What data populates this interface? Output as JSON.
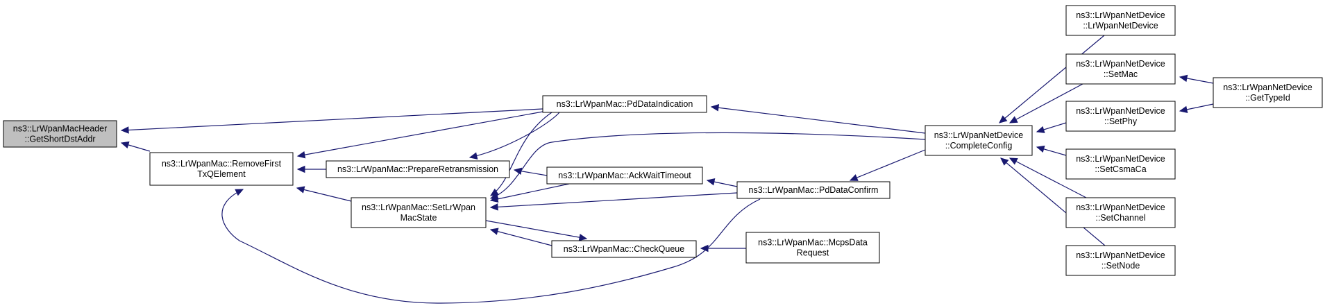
{
  "colors": {
    "edge": "#191970",
    "focus_fill": "#bfbfbf",
    "node_fill": "#ffffff",
    "border": "#000000"
  },
  "nodes": [
    {
      "id": "get_short_dst_addr",
      "focus": true,
      "lines": [
        "ns3::LrWpanMacHeader",
        "::GetShortDstAddr"
      ]
    },
    {
      "id": "remove_first_tx_q_element",
      "lines": [
        "ns3::LrWpanMac::RemoveFirst",
        "TxQElement"
      ]
    },
    {
      "id": "pd_data_indication",
      "lines": [
        "ns3::LrWpanMac::PdDataIndication"
      ]
    },
    {
      "id": "prepare_retransmission",
      "lines": [
        "ns3::LrWpanMac::PrepareRetransmission"
      ]
    },
    {
      "id": "set_lr_wpan_mac_state",
      "lines": [
        "ns3::LrWpanMac::SetLrWpan",
        "MacState"
      ]
    },
    {
      "id": "ack_wait_timeout",
      "lines": [
        "ns3::LrWpanMac::AckWaitTimeout"
      ]
    },
    {
      "id": "check_queue",
      "lines": [
        "ns3::LrWpanMac::CheckQueue"
      ]
    },
    {
      "id": "pd_data_confirm",
      "lines": [
        "ns3::LrWpanMac::PdDataConfirm"
      ]
    },
    {
      "id": "mcps_data_request",
      "lines": [
        "ns3::LrWpanMac::McpsData",
        "Request"
      ]
    },
    {
      "id": "complete_config",
      "lines": [
        "ns3::LrWpanNetDevice",
        "::CompleteConfig"
      ]
    },
    {
      "id": "ctor",
      "lines": [
        "ns3::LrWpanNetDevice",
        "::LrWpanNetDevice"
      ]
    },
    {
      "id": "set_mac",
      "lines": [
        "ns3::LrWpanNetDevice",
        "::SetMac"
      ]
    },
    {
      "id": "set_phy",
      "lines": [
        "ns3::LrWpanNetDevice",
        "::SetPhy"
      ]
    },
    {
      "id": "set_csma_ca",
      "lines": [
        "ns3::LrWpanNetDevice",
        "::SetCsmaCa"
      ]
    },
    {
      "id": "set_channel",
      "lines": [
        "ns3::LrWpanNetDevice",
        "::SetChannel"
      ]
    },
    {
      "id": "set_node",
      "lines": [
        "ns3::LrWpanNetDevice",
        "::SetNode"
      ]
    },
    {
      "id": "get_type_id",
      "lines": [
        "ns3::LrWpanNetDevice",
        "::GetTypeId"
      ]
    }
  ],
  "edges": [
    {
      "from": "remove_first_tx_q_element",
      "to": "get_short_dst_addr"
    },
    {
      "from": "pd_data_indication",
      "to": "get_short_dst_addr"
    },
    {
      "from": "pd_data_indication",
      "to": "remove_first_tx_q_element"
    },
    {
      "from": "prepare_retransmission",
      "to": "remove_first_tx_q_element"
    },
    {
      "from": "set_lr_wpan_mac_state",
      "to": "remove_first_tx_q_element"
    },
    {
      "from": "pd_data_confirm",
      "to": "remove_first_tx_q_element"
    },
    {
      "from": "pd_data_indication",
      "to": "prepare_retransmission"
    },
    {
      "from": "ack_wait_timeout",
      "to": "prepare_retransmission"
    },
    {
      "from": "pd_data_indication",
      "to": "set_lr_wpan_mac_state"
    },
    {
      "from": "complete_config",
      "to": "set_lr_wpan_mac_state"
    },
    {
      "from": "ack_wait_timeout",
      "to": "set_lr_wpan_mac_state"
    },
    {
      "from": "pd_data_confirm",
      "to": "set_lr_wpan_mac_state"
    },
    {
      "from": "check_queue",
      "to": "set_lr_wpan_mac_state"
    },
    {
      "from": "set_lr_wpan_mac_state",
      "to": "check_queue"
    },
    {
      "from": "complete_config",
      "to": "pd_data_indication"
    },
    {
      "from": "pd_data_confirm",
      "to": "ack_wait_timeout"
    },
    {
      "from": "mcps_data_request",
      "to": "check_queue"
    },
    {
      "from": "complete_config",
      "to": "pd_data_confirm"
    },
    {
      "from": "ctor",
      "to": "complete_config"
    },
    {
      "from": "set_mac",
      "to": "complete_config"
    },
    {
      "from": "set_phy",
      "to": "complete_config"
    },
    {
      "from": "set_csma_ca",
      "to": "complete_config"
    },
    {
      "from": "set_channel",
      "to": "complete_config"
    },
    {
      "from": "set_node",
      "to": "complete_config"
    },
    {
      "from": "get_type_id",
      "to": "set_mac"
    },
    {
      "from": "get_type_id",
      "to": "set_phy"
    }
  ]
}
